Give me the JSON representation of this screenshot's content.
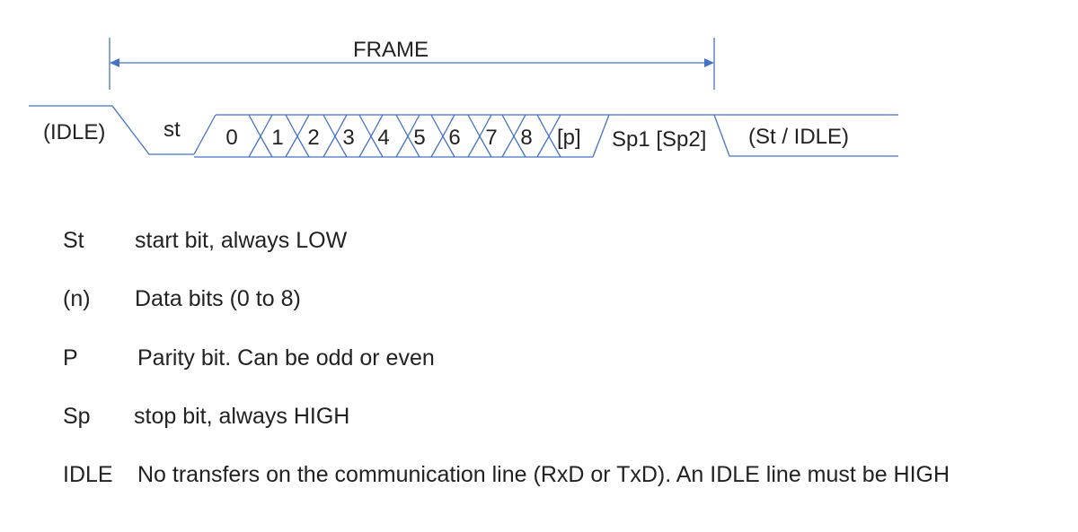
{
  "frame_label": "FRAME",
  "signal": {
    "idle_left": "(IDLE)",
    "start": "st",
    "bits": [
      "0",
      "1",
      "2",
      "3",
      "4",
      "5",
      "6",
      "7",
      "8"
    ],
    "parity": "[p]",
    "stop": "Sp1 [Sp2]",
    "idle_right": "(St / IDLE)"
  },
  "legend": [
    {
      "term": "St",
      "description": "start bit, always LOW"
    },
    {
      "term": "(n)",
      "description": "Data bits (0 to 8)"
    },
    {
      "term": "P",
      "description": "Parity bit. Can be odd or even"
    },
    {
      "term": "Sp",
      "description": "stop bit, always HIGH"
    },
    {
      "term": "IDLE",
      "description": "No transfers on the communication line (RxD or TxD). An IDLE line must be HIGH"
    }
  ],
  "colors": {
    "line": "#4472c4",
    "text": "#222222"
  }
}
